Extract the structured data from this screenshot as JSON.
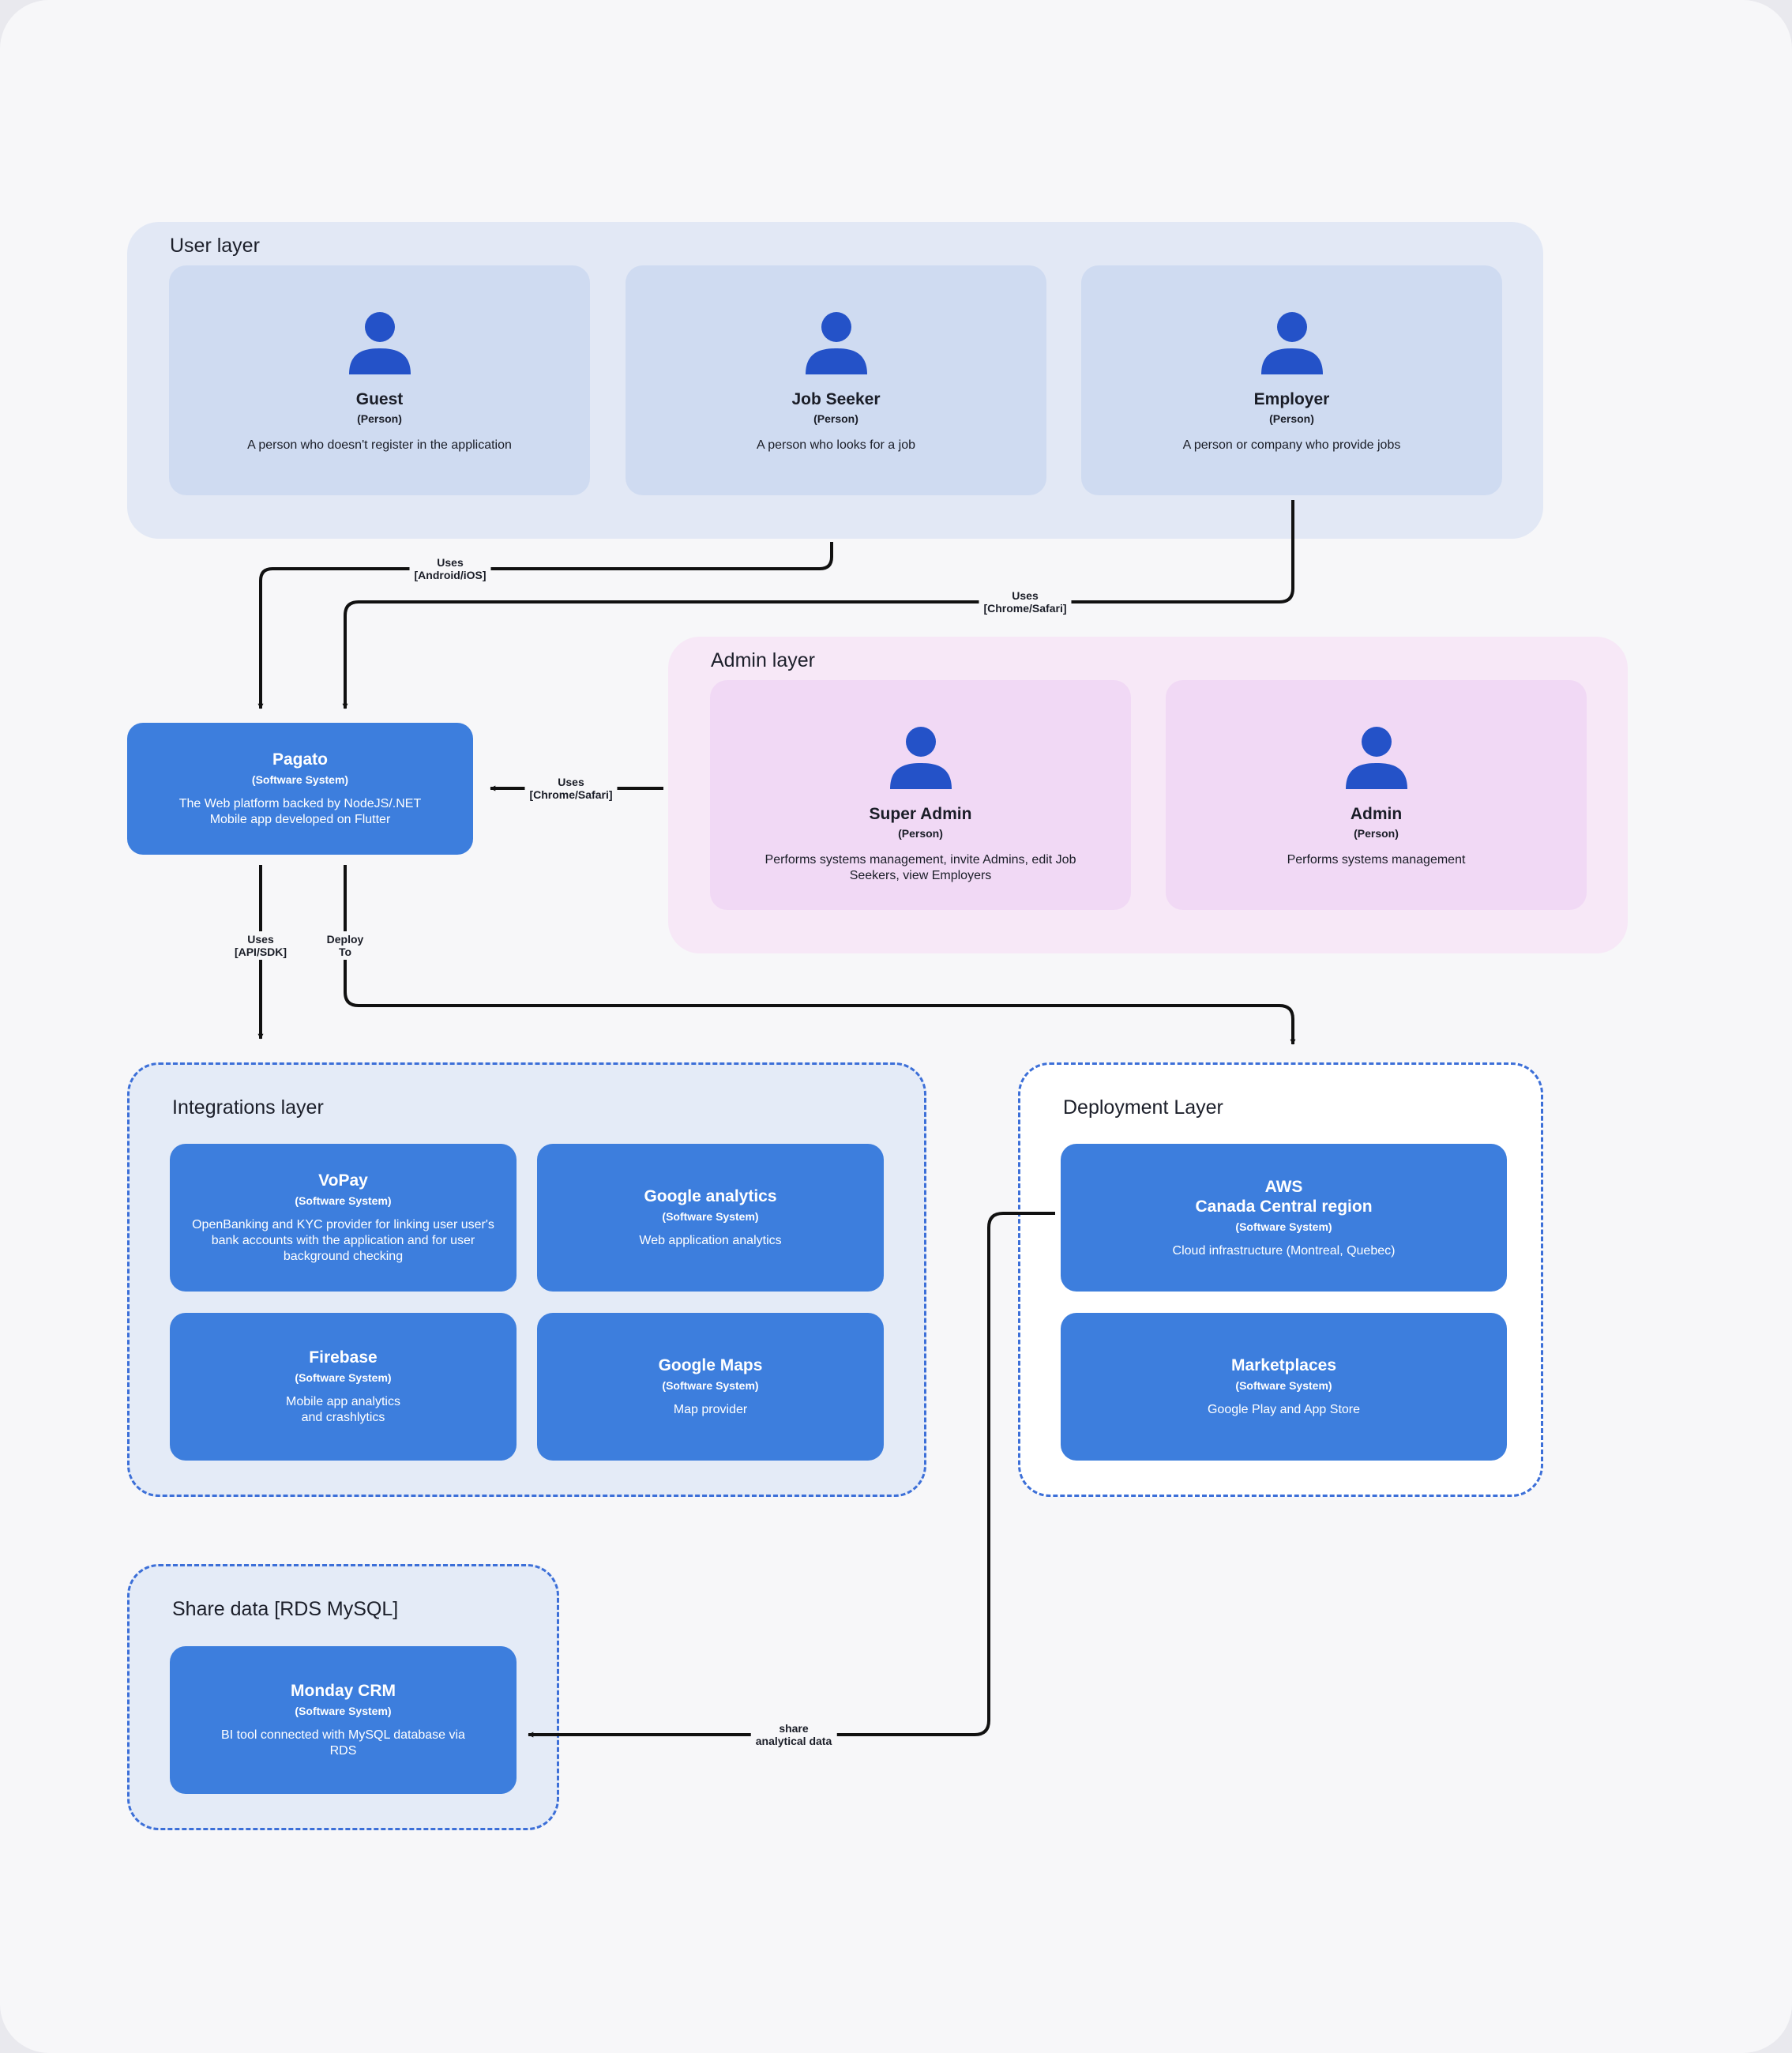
{
  "user_layer": {
    "title": "User layer",
    "people": [
      {
        "name": "Guest",
        "type": "(Person)",
        "desc": "A person who doesn't register in the application"
      },
      {
        "name": "Job Seeker",
        "type": "(Person)",
        "desc": "A person who looks for a job"
      },
      {
        "name": "Employer",
        "type": "(Person)",
        "desc": "A person or company who provide jobs"
      }
    ]
  },
  "admin_layer": {
    "title": "Admin layer",
    "people": [
      {
        "name": "Super Admin",
        "type": "(Person)",
        "desc": "Performs systems management, invite Admins, edit Job Seekers, view Employers"
      },
      {
        "name": "Admin",
        "type": "(Person)",
        "desc": "Performs systems management"
      }
    ]
  },
  "pagato": {
    "name": "Pagato",
    "type": "(Software System)",
    "desc_line1": "The Web platform backed by NodeJS/.NET",
    "desc_line2": "Mobile app developed on Flutter"
  },
  "integrations_layer": {
    "title": "Integrations layer",
    "systems": [
      {
        "name": "VoPay",
        "type": "(Software System)",
        "desc": "OpenBanking and KYC provider for linking user user's bank accounts with the application and for user background checking"
      },
      {
        "name": "Google analytics",
        "type": "(Software System)",
        "desc": "Web application analytics"
      },
      {
        "name": "Firebase",
        "type": "(Software System)",
        "desc_line1": "Mobile app analytics",
        "desc_line2": "and crashlytics"
      },
      {
        "name": "Google Maps",
        "type": "(Software System)",
        "desc": "Map provider"
      }
    ]
  },
  "deployment_layer": {
    "title": "Deployment Layer",
    "systems": [
      {
        "name_line1": "AWS",
        "name_line2": "Canada Central region",
        "type": "(Software System)",
        "desc": "Cloud infrastructure (Montreal, Quebec)"
      },
      {
        "name": "Marketplaces",
        "type": "(Software System)",
        "desc": "Google Play and App Store"
      }
    ]
  },
  "share_layer": {
    "title": "Share data [RDS MySQL]",
    "systems": [
      {
        "name": "Monday CRM",
        "type": "(Software System)",
        "desc": "BI tool connected with MySQL database via RDS"
      }
    ]
  },
  "edges": [
    {
      "line1": "Uses",
      "line2": "[Android/iOS]"
    },
    {
      "line1": "Uses",
      "line2": "[Chrome/Safari]"
    },
    {
      "line1": "Uses",
      "line2": "[Chrome/Safari]"
    },
    {
      "line1": "Uses",
      "line2": "[API/SDK]"
    },
    {
      "line1": "Deploy",
      "line2": "To"
    },
    {
      "line1": "share",
      "line2": "analytical data"
    }
  ],
  "colors": {
    "system_blue": "#3d7edd",
    "person_icon": "#2452c8",
    "user_card": "#cfdbf1",
    "admin_card": "#f1d9f5",
    "dashed_border": "#3c6fd8"
  }
}
